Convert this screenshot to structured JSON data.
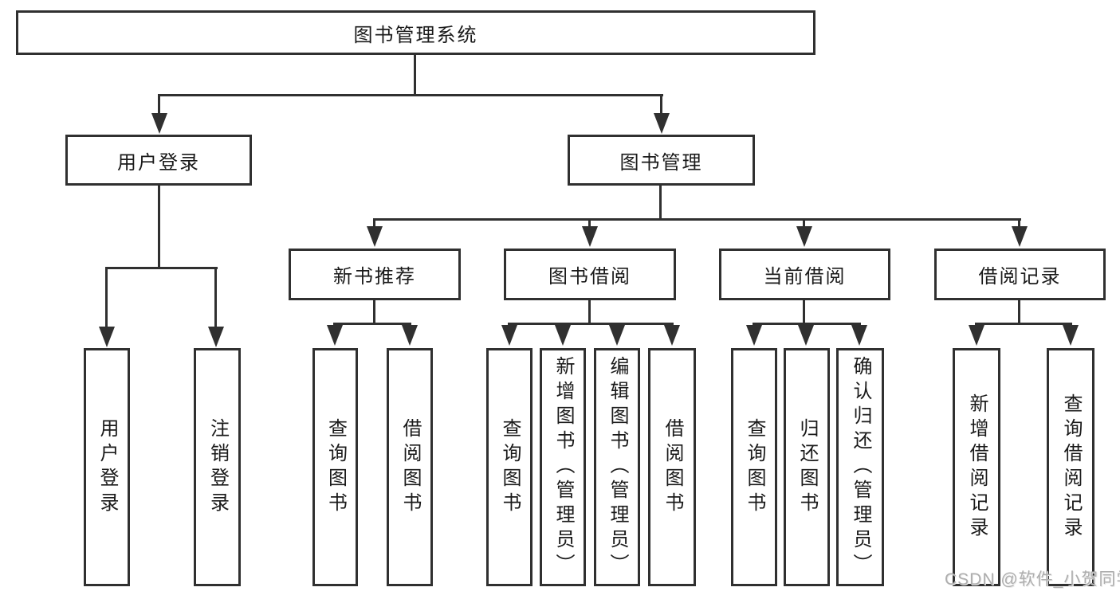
{
  "colors": {
    "line": "#303030",
    "text": "#1a1a1a",
    "box_background": "#ffffff",
    "watermark": "#aeaeae",
    "page_background": "#ffffff"
  },
  "tree": {
    "root": {
      "label": "图书管理系统"
    },
    "branches": [
      {
        "label": "用户登录",
        "leaves": [
          {
            "label": "用户登录"
          },
          {
            "label": "注销登录"
          }
        ]
      },
      {
        "label": "图书管理",
        "groups": [
          {
            "label": "新书推荐",
            "leaves": [
              {
                "label": "查询图书"
              },
              {
                "label": "借阅图书"
              }
            ]
          },
          {
            "label": "图书借阅",
            "leaves": [
              {
                "label": "查询图书"
              },
              {
                "label": "新增图书（管理员）"
              },
              {
                "label": "编辑图书（管理员）"
              },
              {
                "label": "借阅图书"
              }
            ]
          },
          {
            "label": "当前借阅",
            "leaves": [
              {
                "label": "查询图书"
              },
              {
                "label": "归还图书"
              },
              {
                "label": "确认归还（管理员）"
              }
            ]
          },
          {
            "label": "借阅记录",
            "leaves": [
              {
                "label": "新增借阅记录"
              },
              {
                "label": "查询借阅记录"
              }
            ]
          }
        ]
      }
    ]
  },
  "watermark": {
    "text": "CSDN @软件_小贺同学"
  }
}
